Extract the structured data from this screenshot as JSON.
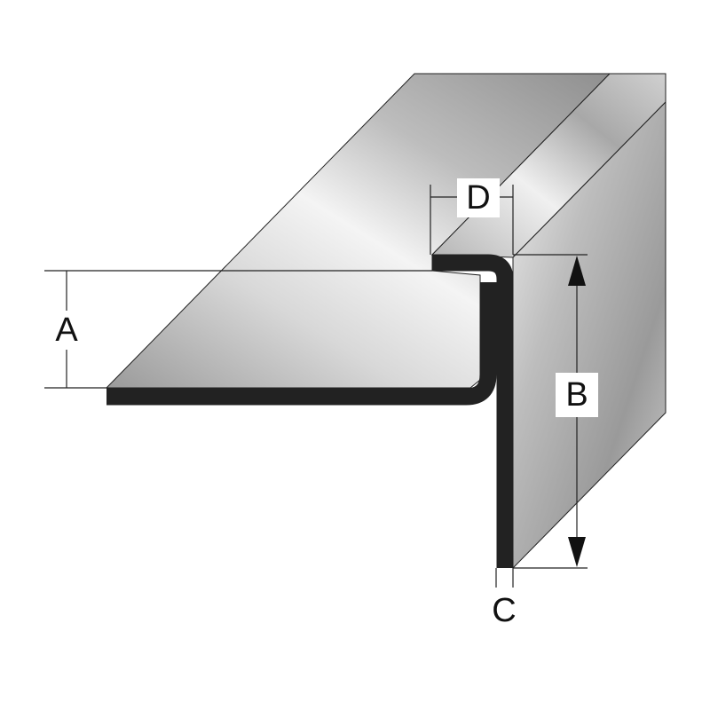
{
  "dimensions": {
    "a": "A",
    "b": "B",
    "c": "C",
    "d": "D"
  },
  "colors": {
    "profile_section": "#222222",
    "surface_light": "#f2f2f2",
    "surface_dark": "#8a8a8a"
  }
}
